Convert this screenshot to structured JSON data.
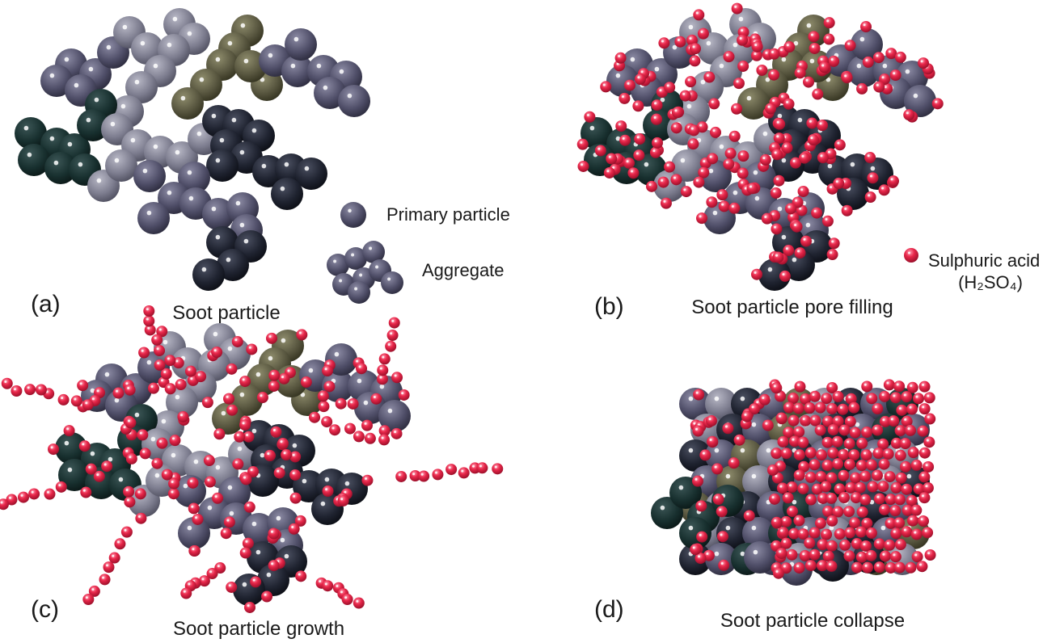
{
  "panels": [
    {
      "tag": "(a)",
      "caption": "Soot particle"
    },
    {
      "tag": "(b)",
      "caption": "Soot particle pore filling"
    },
    {
      "tag": "(c)",
      "caption": "Soot particle growth"
    },
    {
      "tag": "(d)",
      "caption": "Soot particle collapse"
    }
  ],
  "legend": {
    "primary": "Primary particle",
    "aggregate": "Aggregate",
    "acid": "Sulphuric acid",
    "acid_formula": "(H₂SO₄)"
  },
  "colors": {
    "acid": "#e8274a",
    "soot_dark": "#16302f",
    "soot_slate": "#4d4c66",
    "soot_gray": "#7a7a8c",
    "soot_olive": "#59573f",
    "soot_black": "#1f2330"
  }
}
